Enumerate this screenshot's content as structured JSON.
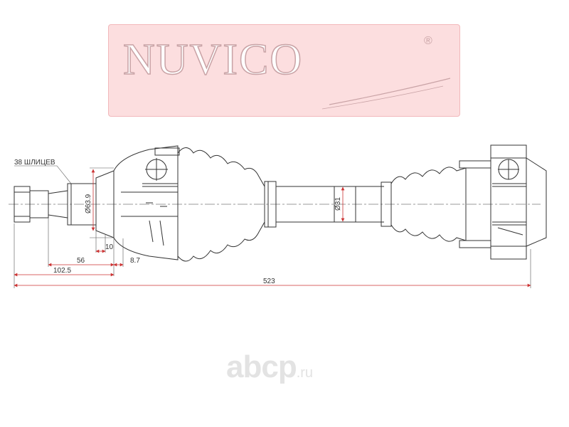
{
  "logo": {
    "brand": "NUVICO",
    "registered_mark": "®"
  },
  "annotations": {
    "splines": "38 ШЛИЦЕВ",
    "dia_outer": "Ø63.9",
    "dia_shaft": "Ø31",
    "dim_10": "10",
    "dim_56": "56",
    "dim_8_7": "8.7",
    "dim_102_5": "102.5",
    "dim_523": "523"
  },
  "watermark": {
    "main": "abcp",
    "suffix": ".ru"
  },
  "colors": {
    "logo_bg": "#fcdedf",
    "line": "#333333",
    "dimension_arrow": "#cc3333"
  }
}
